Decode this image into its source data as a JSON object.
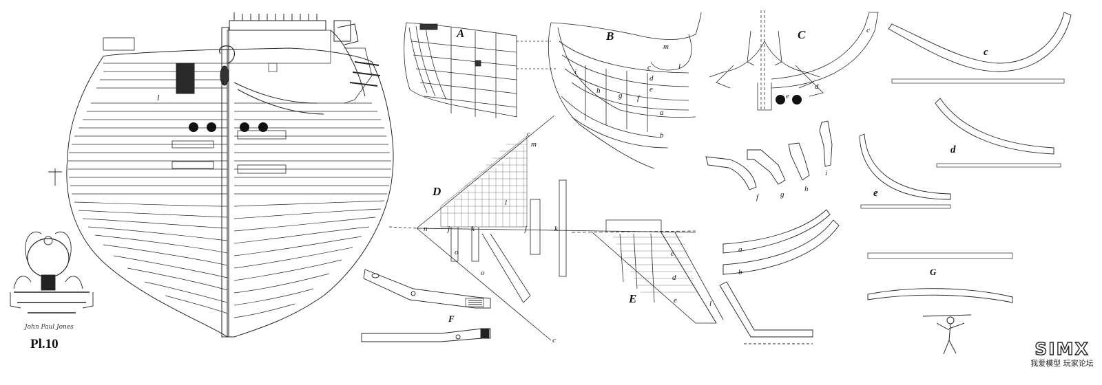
{
  "plate": {
    "title": "Pl.10",
    "signature": "John Paul Jones"
  },
  "watermark": {
    "logo": "SIMX",
    "subtitle": "我爱模型 玩家论坛"
  },
  "panels": {
    "A": "A",
    "B": "B",
    "C": "C",
    "D": "D",
    "E": "E",
    "F": "F",
    "G": "G"
  },
  "part_labels": {
    "stern_l": "l",
    "B_m": "m",
    "B_c": "c",
    "B_l": "l",
    "B_d": "d",
    "B_e": "e",
    "B_i": "i",
    "B_h": "h",
    "B_g": "g",
    "B_f": "f",
    "B_a": "a",
    "B_b": "b",
    "C_c": "c",
    "C_d": "d",
    "C_e": "e",
    "D_c": "c",
    "D_m": "m",
    "D_l": "l",
    "D_n": "n",
    "D_j": "j",
    "D_k": "k",
    "D_o1": "o",
    "D_o2": "o",
    "D_c2": "c",
    "D_j2": "j",
    "D_k2": "k",
    "E_e1": "e",
    "E_d": "d",
    "E_e2": "e",
    "E_l": "l",
    "frag_f": "f",
    "frag_g": "g",
    "frag_h": "h",
    "frag_i": "i",
    "rail_a": "a",
    "rail_b": "b",
    "curve_c": "c",
    "curve_d": "d",
    "curve_e": "e"
  }
}
